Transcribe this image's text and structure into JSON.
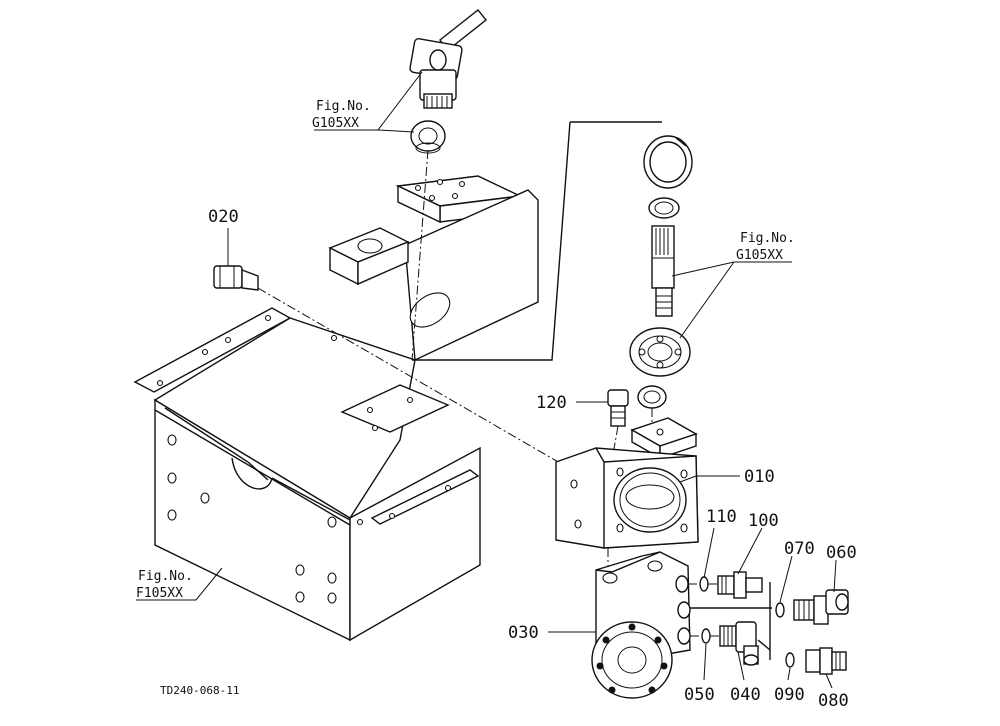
{
  "drawing_code": "TD240-068-11",
  "parts": [
    {
      "id": "p010",
      "number": "010"
    },
    {
      "id": "p020",
      "number": "020"
    },
    {
      "id": "p030",
      "number": "030"
    },
    {
      "id": "p040",
      "number": "040"
    },
    {
      "id": "p050",
      "number": "050"
    },
    {
      "id": "p060",
      "number": "060"
    },
    {
      "id": "p070",
      "number": "070"
    },
    {
      "id": "p080",
      "number": "080"
    },
    {
      "id": "p090",
      "number": "090"
    },
    {
      "id": "p100",
      "number": "100"
    },
    {
      "id": "p110",
      "number": "110"
    },
    {
      "id": "p120",
      "number": "120"
    }
  ],
  "figure_refs": [
    {
      "id": "ref_top",
      "line1": "Fig.No.",
      "line2": "G105XX"
    },
    {
      "id": "ref_right",
      "line1": "Fig.No.",
      "line2": "G105XX"
    },
    {
      "id": "ref_left",
      "line1": "Fig.No.",
      "line2": "F105XX"
    }
  ]
}
